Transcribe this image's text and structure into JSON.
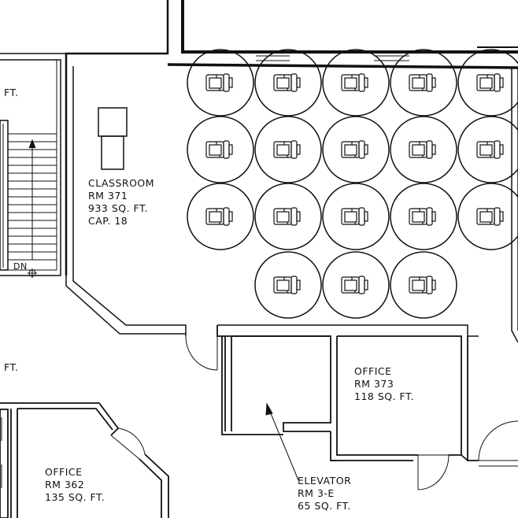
{
  "rooms": {
    "classroom": {
      "name": "CLASSROOM",
      "number": "RM 371",
      "area": "933 SQ. FT.",
      "capacity": "CAP. 18",
      "seat_count": 18
    },
    "office_373": {
      "name": "OFFICE",
      "number": "RM 373",
      "area": "118 SQ. FT."
    },
    "office_362": {
      "name": "OFFICE",
      "number": "RM 362",
      "area": "135 SQ. FT."
    },
    "elevator": {
      "name": "ELEVATOR",
      "number": "RM 3-E",
      "area": "65 SQ. FT."
    }
  },
  "cropped_labels": {
    "top": "FT.",
    "middle": "FT."
  },
  "stair": {
    "direction_label": "DN"
  },
  "colors": {
    "line": "#111111",
    "background": "#ffffff"
  }
}
